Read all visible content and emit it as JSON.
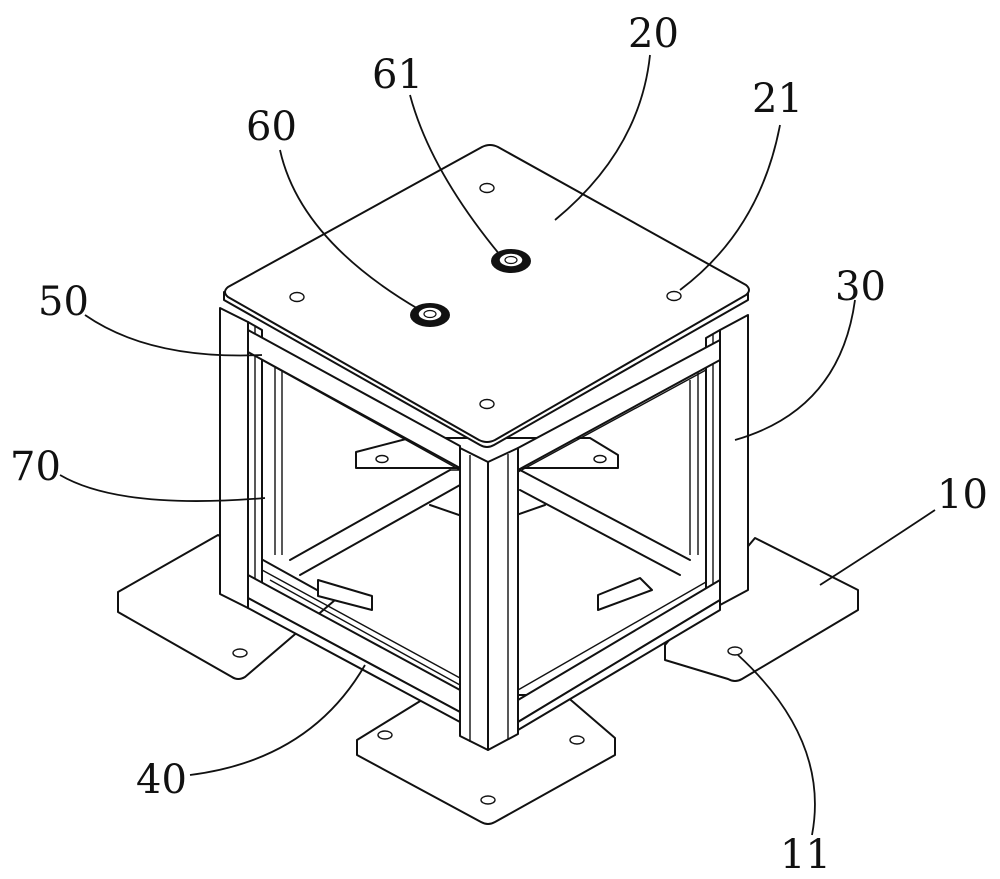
{
  "labels": {
    "l10": "10",
    "l11": "11",
    "l20": "20",
    "l21": "21",
    "l30": "30",
    "l40": "40",
    "l50": "50",
    "l60": "60",
    "l61": "61",
    "l70": "70"
  }
}
